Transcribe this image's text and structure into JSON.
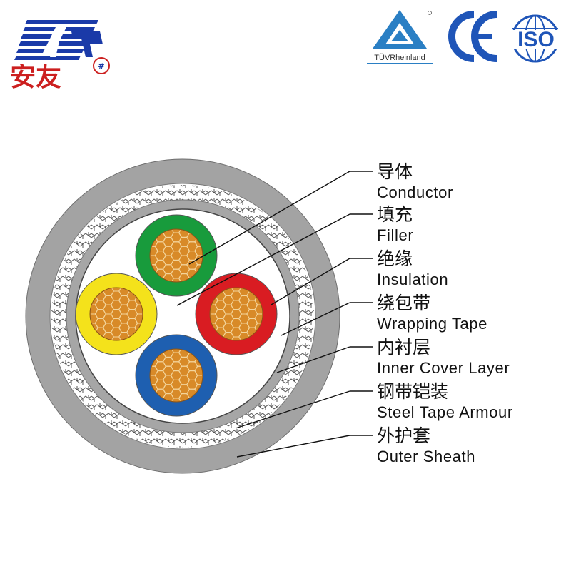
{
  "brand": {
    "name": "安友",
    "color": "#cc1f1f",
    "logo_blue": "#1a3aa8",
    "logo_icon": "stripe-logo-icon",
    "badge_icon": "round-badge-icon"
  },
  "certifications": [
    {
      "id": "tuv",
      "label": "TÜVRheinland",
      "icon": "tuv-triangle-icon",
      "color": "#2a7fc4"
    },
    {
      "id": "ce",
      "label": "CE",
      "icon": "ce-mark-icon",
      "color": "#1f55b8"
    },
    {
      "id": "iso",
      "label": "ISO",
      "icon": "iso-globe-icon",
      "color": "#1f55b8"
    }
  ],
  "layers": [
    {
      "cn": "导体",
      "en": "Conductor"
    },
    {
      "cn": "填充",
      "en": "Filler"
    },
    {
      "cn": "绝缘",
      "en": "Insulation"
    },
    {
      "cn": "绕包带",
      "en": "Wrapping Tape"
    },
    {
      "cn": "内衬层",
      "en": "Inner Cover Layer"
    },
    {
      "cn": "钢带铠装",
      "en": "Steel Tape Armour"
    },
    {
      "cn": "外护套",
      "en": "Outer Sheath"
    }
  ],
  "colors": {
    "sheath": "#a3a3a3",
    "inner_cover": "#a6a6a6",
    "conductor": "#d88a28",
    "conductor_lines": "#f3d49a",
    "core_green": "#189b3c",
    "core_red": "#d91c22",
    "core_yellow": "#f4e21b",
    "core_blue": "#1e5fb0",
    "leader": "#111111"
  }
}
